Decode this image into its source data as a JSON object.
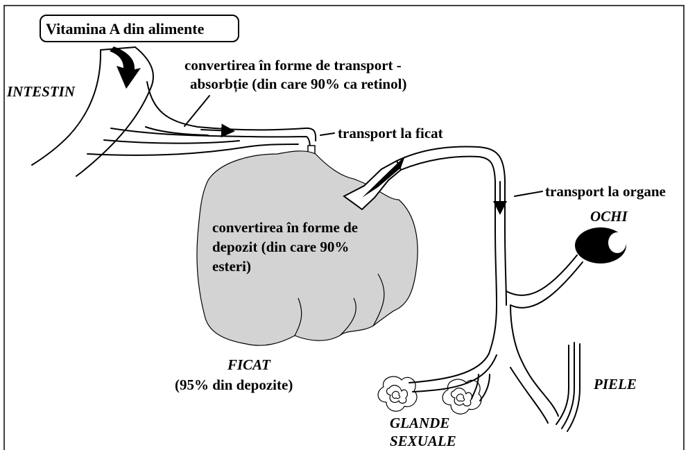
{
  "colors": {
    "liver_fill": "#d3d3d3",
    "ink": "#000000",
    "background": "#ffffff"
  },
  "source_box": {
    "label": "Vitamina A din alimente"
  },
  "labels": {
    "intestine": "INTESTIN",
    "conversion_transport_line1": "convertirea în forme de transport -",
    "conversion_transport_line2": "absorbție (din care 90% ca retinol)",
    "transport_liver": "transport la ficat",
    "transport_organs": "transport la organe",
    "storage_line1": "convertirea în forme de",
    "storage_line2": "depozit (din care 90%",
    "storage_line3": "esteri)",
    "liver": "FICAT",
    "liver_share": "(95% din depozite)",
    "eye": "OCHI",
    "skin": "PIELE",
    "gonads_line1": "GLANDE",
    "gonads_line2": "SEXUALE"
  }
}
